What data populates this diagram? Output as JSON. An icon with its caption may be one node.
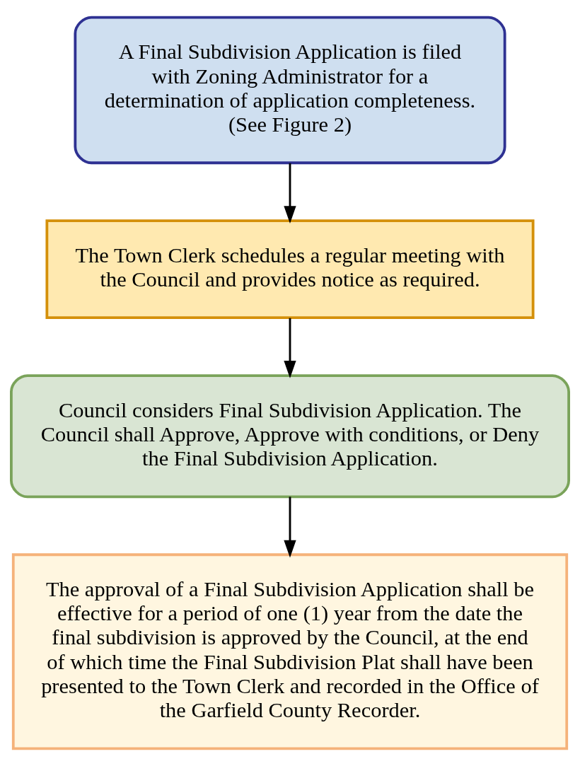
{
  "diagram": {
    "nodes": [
      {
        "text": [
          "A Final Subdivision Application is filed with Zoning Administrator for a determination of application completeness. (See Figure 2)"
        ]
      },
      {
        "text": [
          "The Town Clerk schedules a regular meeting with the Council and provides notice as required."
        ]
      },
      {
        "text": [
          "Council considers Final Subdivision Application. The Council shall Approve, Approve with conditions, or Deny the Final Subdivision Application."
        ]
      },
      {
        "text": [
          "The approval of a Final Subdivision Application shall be effective for a period of one (1) year from the date the final subdivision is approved by the Council, at the end of which time the Final Subdivision Plat shall have been presented to the Town Clerk and recorded in the Office of the Garfield County Recorder."
        ]
      }
    ],
    "edges": [
      {
        "from": 0,
        "to": 1,
        "arrow": "to"
      },
      {
        "from": 1,
        "to": 2,
        "arrow": "to"
      },
      {
        "from": 2,
        "to": 3,
        "arrow": "to"
      }
    ]
  }
}
